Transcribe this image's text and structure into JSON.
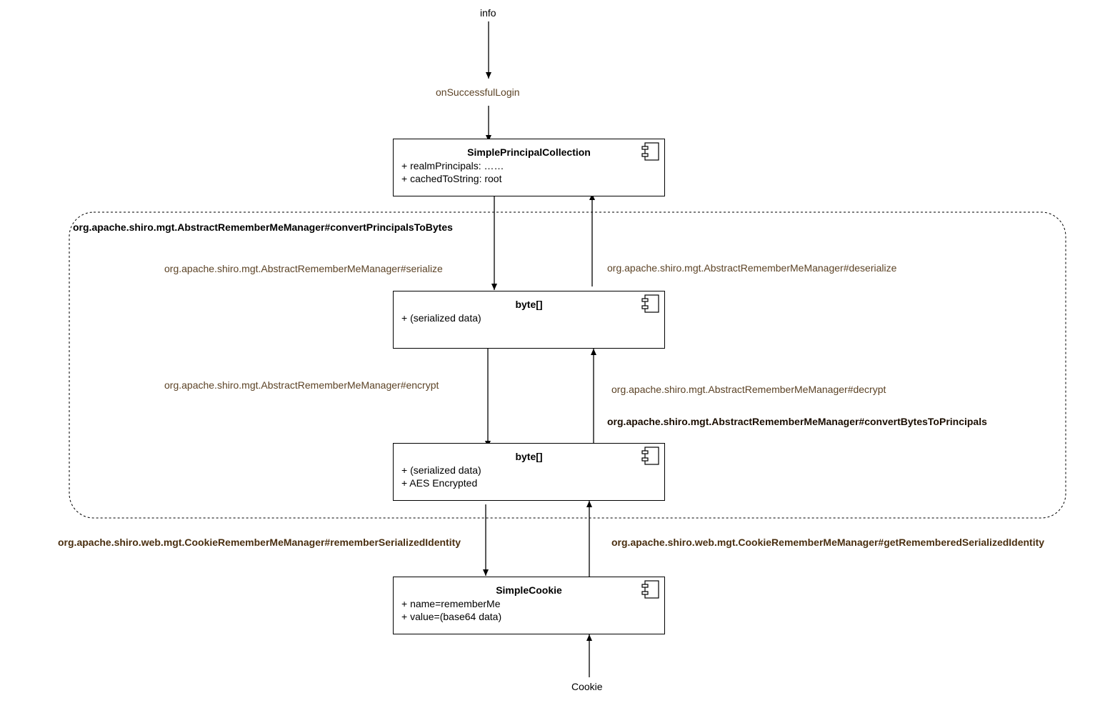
{
  "nodes": {
    "info": "info",
    "on_successful_login": "onSuccessfulLogin",
    "cookie": "Cookie"
  },
  "boxes": {
    "principal_collection": {
      "title": "SimplePrincipalCollection",
      "attrs": [
        "+ realmPrincipals: ……",
        "+ cachedToString: root"
      ]
    },
    "serialized_bytes": {
      "title": "byte[]",
      "attrs": [
        "+ (serialized data)"
      ]
    },
    "encrypted_bytes": {
      "title": "byte[]",
      "attrs": [
        "+ (serialized data)",
        "+ AES Encrypted"
      ]
    },
    "simple_cookie": {
      "title": "SimpleCookie",
      "attrs": [
        "+ name=rememberMe",
        "+ value=(base64 data)"
      ]
    }
  },
  "group": {
    "label": "org.apache.shiro.mgt.AbstractRememberMeManager#convertPrincipalsToBytes"
  },
  "edges": {
    "serialize": "org.apache.shiro.mgt.AbstractRememberMeManager#serialize",
    "deserialize": "org.apache.shiro.mgt.AbstractRememberMeManager#deserialize",
    "encrypt": "org.apache.shiro.mgt.AbstractRememberMeManager#encrypt",
    "decrypt": "org.apache.shiro.mgt.AbstractRememberMeManager#decrypt",
    "convert_bytes_to_principals": "org.apache.shiro.mgt.AbstractRememberMeManager#convertBytesToPrincipals",
    "remember_serialized_identity": "org.apache.shiro.web.mgt.CookieRememberMeManager#rememberSerializedIdentity",
    "get_remembered_serialized_identity": "org.apache.shiro.web.mgt.CookieRememberMeManager#getRememberedSerializedIdentity"
  },
  "icons": {
    "box_icon": "component-icon"
  },
  "colors": {
    "edge_label": "#5c4326",
    "cookie_manager_label": "#4a2f10",
    "line": "#000000"
  }
}
